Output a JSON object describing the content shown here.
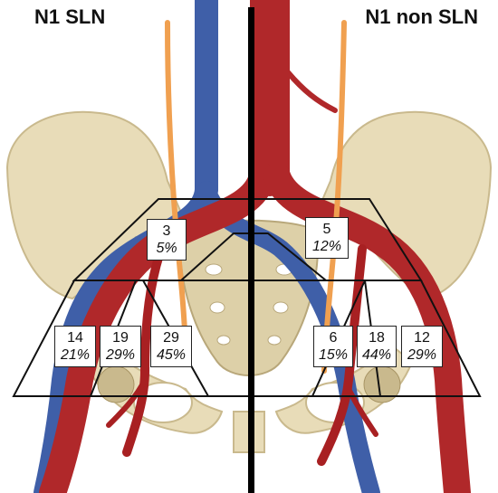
{
  "titles": {
    "left": "N1 SLN",
    "right": "N1 non SLN"
  },
  "zones": {
    "left": [
      {
        "id": "left-presacral",
        "count": "3",
        "percent": "5%"
      },
      {
        "id": "left-external",
        "count": "14",
        "percent": "21%"
      },
      {
        "id": "left-obturator",
        "count": "19",
        "percent": "29%"
      },
      {
        "id": "left-internal",
        "count": "29",
        "percent": "45%"
      }
    ],
    "right": [
      {
        "id": "right-presacral",
        "count": "5",
        "percent": "12%"
      },
      {
        "id": "right-internal",
        "count": "6",
        "percent": "15%"
      },
      {
        "id": "right-obturator",
        "count": "18",
        "percent": "44%"
      },
      {
        "id": "right-external",
        "count": "12",
        "percent": "29%"
      }
    ]
  },
  "colors": {
    "bone": "#e8dcb8",
    "bone_shadow": "#c9b98d",
    "artery": "#b0282a",
    "vein": "#3f5fa8",
    "ureter": "#f0a050",
    "divider": "#000000"
  }
}
